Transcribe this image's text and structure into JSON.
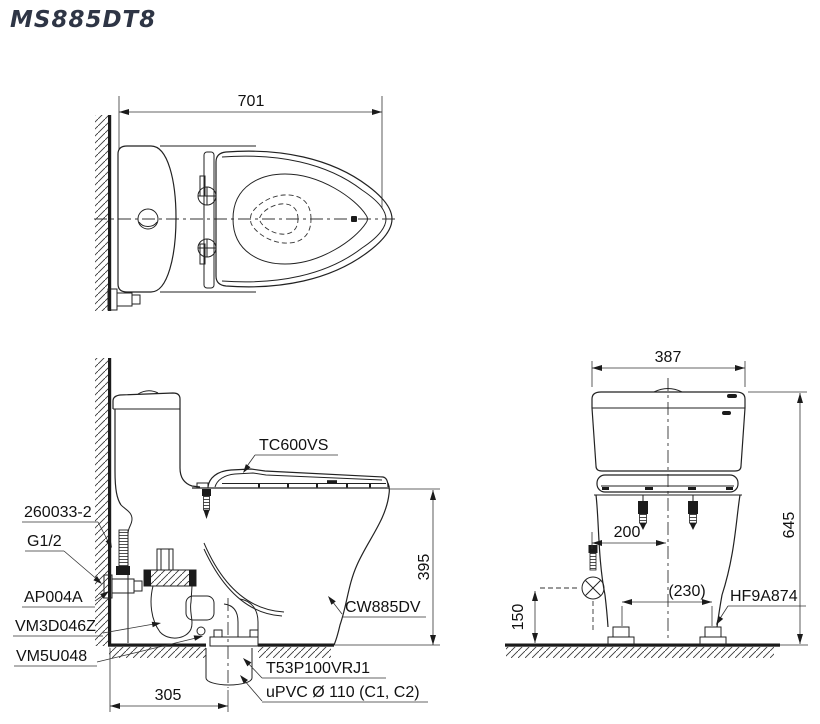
{
  "title": "MS885DT8",
  "colors": {
    "title_text": "#2e3545",
    "line": "#222222",
    "background": "#ffffff"
  },
  "top_view": {
    "width_dim": "701"
  },
  "side_view": {
    "seat_label": "TC600VS",
    "bolt_label": "260033-2",
    "supply_thread_label": "G1/2",
    "valve_label": "AP004A",
    "gasket_label": "VM3D046Z",
    "trapway_label": "VM5U048",
    "bowl_label": "CW885DV",
    "flange_label": "T53P100VRJ1",
    "pipe_label": "uPVC Ø 110 (C1, C2)",
    "height_dim": "395",
    "outlet_dim": "305"
  },
  "rear_view": {
    "width_dim": "387",
    "height_dim": "645",
    "supply_offset_dim": "200",
    "bolt_spacing_dim": "(230)",
    "supply_height_dim": "150",
    "cap_label": "HF9A874"
  }
}
